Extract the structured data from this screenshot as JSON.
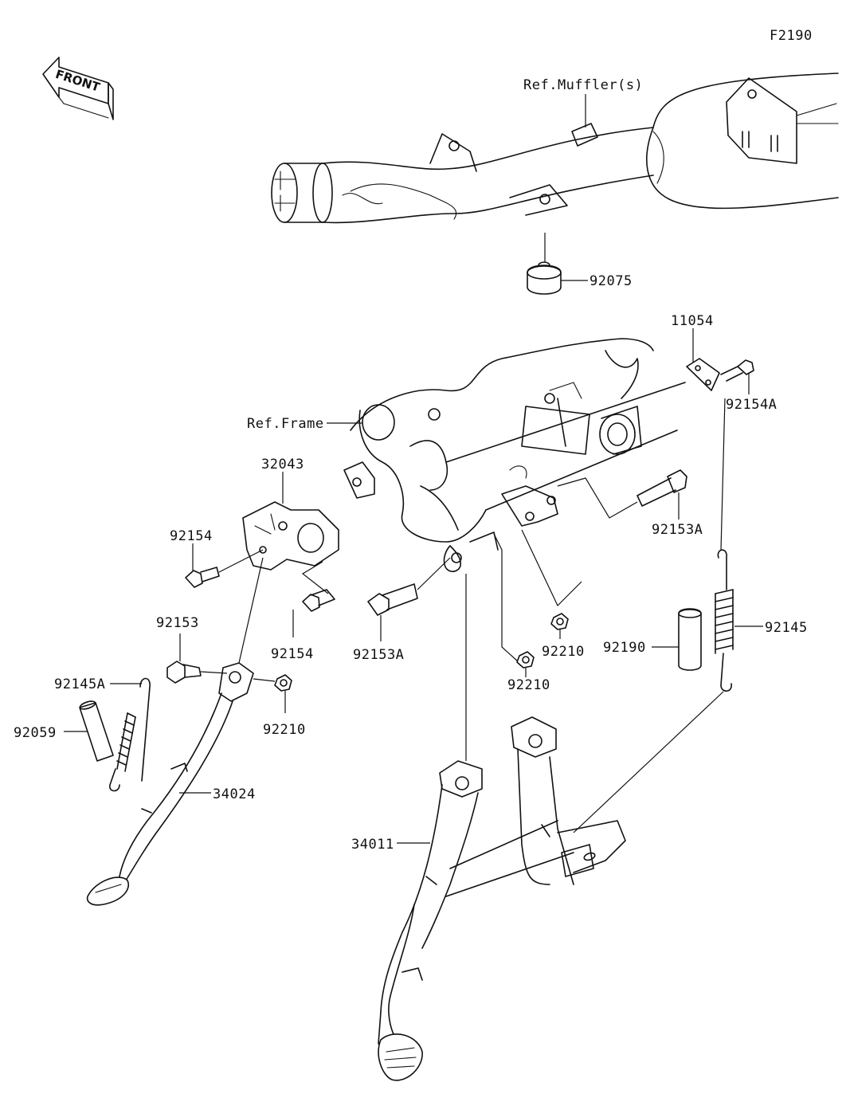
{
  "figure_code": "F2190",
  "front_badge": "FRONT",
  "refs": {
    "muffler": "Ref.Muffler(s)",
    "frame": "Ref.Frame"
  },
  "parts": {
    "p92075": "92075",
    "p11054": "11054",
    "p92154A": "92154A",
    "p32043": "32043",
    "p92154_a": "92154",
    "p92154_b": "92154",
    "p92153A_a": "92153A",
    "p92153A_b": "92153A",
    "p92153": "92153",
    "p92210_a": "92210",
    "p92210_b": "92210",
    "p92210_c": "92210",
    "p92145": "92145",
    "p92190": "92190",
    "p92145A": "92145A",
    "p92059": "92059",
    "p34024": "34024",
    "p34011": "34011"
  }
}
